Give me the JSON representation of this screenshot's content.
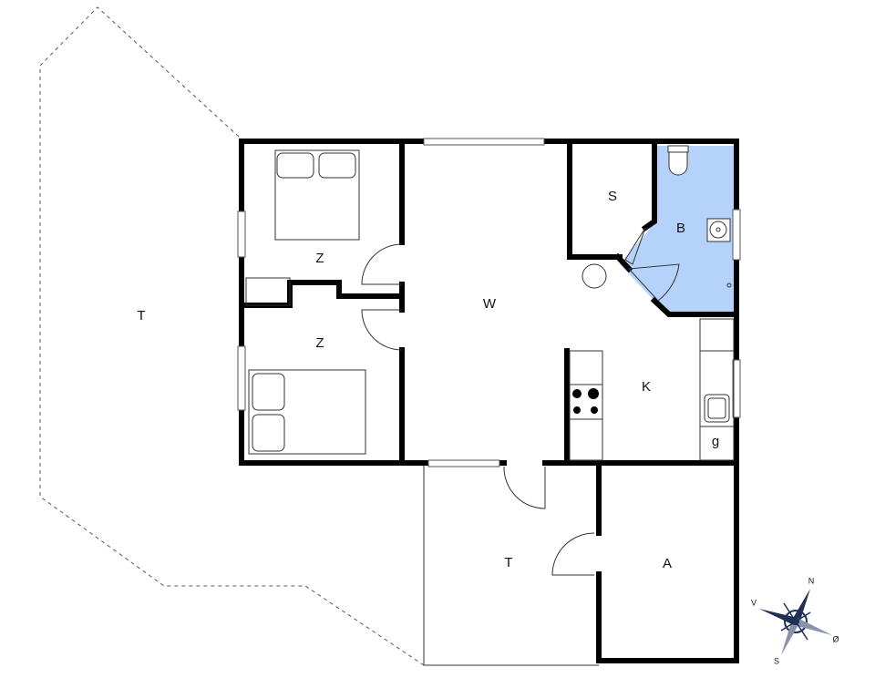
{
  "rooms": {
    "terrace_outer": "T",
    "bedroom_1": "Z",
    "bedroom_2": "Z",
    "living": "W",
    "storage": "S",
    "bathroom": "B",
    "kitchen": "K",
    "g_cabinet": "g",
    "terrace_covered": "T",
    "annex": "A"
  },
  "compass": {
    "north": "N",
    "west": "V",
    "south": "S",
    "east": "Ø"
  },
  "colors": {
    "bathroom": "#b5d2fb",
    "wall": "#000000",
    "compass": "#1f2f55"
  }
}
